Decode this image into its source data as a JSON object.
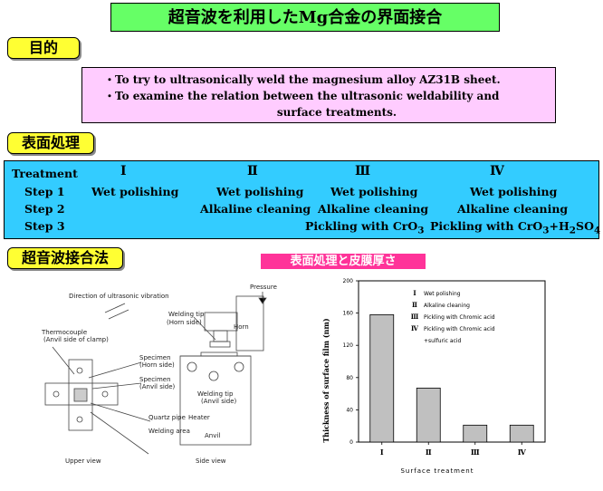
{
  "title": "超音波を利用したMg合金の界面接合",
  "labels": {
    "purpose": "目的",
    "surface_treatment": "表面処理",
    "welding_method": "超音波接合法",
    "chart_heading": "表面処理と皮膜厚さ"
  },
  "purpose": {
    "bullet": "・",
    "line1": "To try to ultrasonically weld the magnesium alloy AZ31B sheet.",
    "line2a": "To examine the relation between the ultrasonic weldability and",
    "line2b": "surface treatments."
  },
  "treatment": {
    "header": "Treatment",
    "columns": [
      "Ⅰ",
      "Ⅱ",
      "Ⅲ",
      "Ⅳ"
    ],
    "steps": [
      "Step 1",
      "Step 2",
      "Step 3"
    ],
    "step1": [
      "Wet polishing",
      "Wet polishing",
      "Wet polishing",
      "Wet polishing"
    ],
    "step2": [
      "Alkaline cleaning",
      "Alkaline cleaning",
      "Alkaline cleaning"
    ],
    "step3a_prefix": "Pickling with CrO",
    "step3a_sub": "3",
    "step3b_prefix": "Pickling with CrO",
    "step3b_sub1": "3",
    "step3b_mid": "+H",
    "step3b_sub2": "2",
    "step3b_mid2": "SO",
    "step3b_sub3": "4"
  },
  "diagram": {
    "direction": "Direction of ultrasonic vibration",
    "pressure": "Pressure",
    "welding_tip_horn": "Welding tip",
    "welding_tip_horn2": "(Horn side)",
    "horn": "Horn",
    "thermocouple": "Thermocouple",
    "thermocouple2": "(Anvil side of clamp)",
    "specimen_horn": "Specimen",
    "specimen_horn2": "(Horn side)",
    "specimen_anvil": "Specimen",
    "specimen_anvil2": "(Anvil side)",
    "welding_tip_anvil": "Welding tip",
    "welding_tip_anvil2": "(Anvil side)",
    "quartz": "Quartz pipe",
    "heater": "Heater",
    "welding_area": "Welding area",
    "anvil": "Anvil",
    "upper_view": "Upper view",
    "side_view": "Side view"
  },
  "chart_data": {
    "type": "bar",
    "categories": [
      "Ⅰ",
      "Ⅱ",
      "Ⅲ",
      "Ⅳ"
    ],
    "values": [
      158,
      67,
      21,
      21
    ],
    "ylabel": "Thickness of surface film (nm)",
    "xlabel": "Surface treatment",
    "ylim": [
      0,
      200
    ],
    "yticks": [
      "0",
      "40",
      "80",
      "120",
      "160",
      "200"
    ],
    "bar_color": "#c0c0c0",
    "legend": [
      {
        "mark": "Ⅰ",
        "text": "Wet polishing"
      },
      {
        "mark": "Ⅱ",
        "text": "Alkaline cleaning"
      },
      {
        "mark": "Ⅲ",
        "text": "Pickling with Chromic acid"
      },
      {
        "mark": "Ⅳ",
        "text": "Pickling with Chromic acid"
      },
      {
        "mark": "",
        "text": "+sulfuric acid"
      }
    ]
  }
}
